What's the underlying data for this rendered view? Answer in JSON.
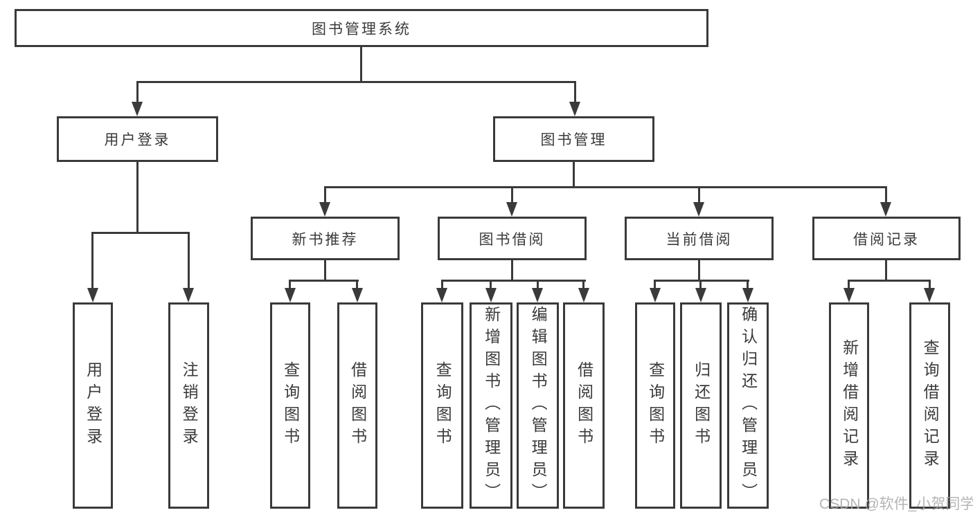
{
  "diagram": {
    "root": {
      "label": "图书管理系统"
    },
    "branches": [
      {
        "label": "用户登录",
        "children": [
          {
            "label": "用户登录"
          },
          {
            "label": "注销登录"
          }
        ]
      },
      {
        "label": "图书管理",
        "children": [
          {
            "label": "新书推荐",
            "children": [
              {
                "label": "查询图书"
              },
              {
                "label": "借阅图书"
              }
            ]
          },
          {
            "label": "图书借阅",
            "children": [
              {
                "label": "查询图书"
              },
              {
                "label": "新增图书（管理员）"
              },
              {
                "label": "编辑图书（管理员）"
              },
              {
                "label": "借阅图书"
              }
            ]
          },
          {
            "label": "当前借阅",
            "children": [
              {
                "label": "查询图书"
              },
              {
                "label": "归还图书"
              },
              {
                "label": "确认归还（管理员）"
              }
            ]
          },
          {
            "label": "借阅记录",
            "children": [
              {
                "label": "新增借阅记录"
              },
              {
                "label": "查询借阅记录"
              }
            ]
          }
        ]
      }
    ]
  },
  "watermark": "CSDN @软件_小贺同学",
  "colors": {
    "line": "#3a3a3a",
    "text": "#3a3a3a",
    "watermark": "#a8a8a8",
    "background": "#ffffff"
  }
}
